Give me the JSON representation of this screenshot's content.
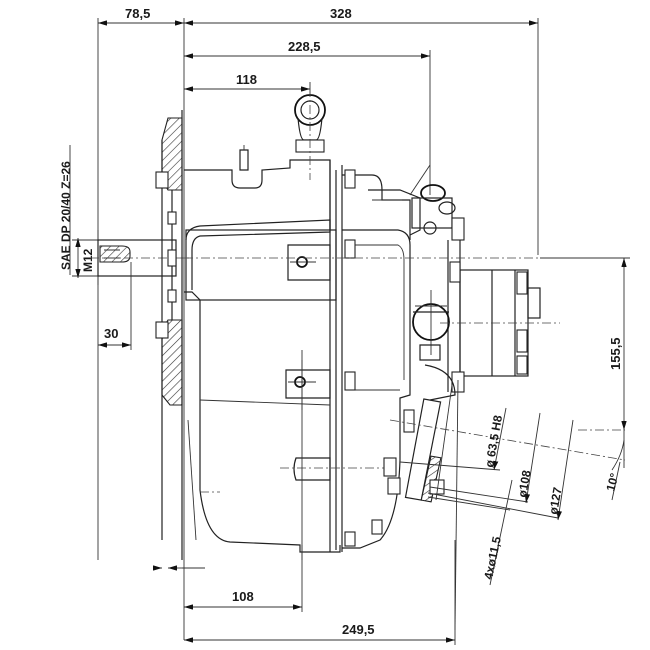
{
  "drawing": {
    "subject": "Marine gearbox dimensional drawing (side view)",
    "input_flange_label": "SAE DP 20/40 Z=26",
    "thread_label": "M12"
  },
  "dimensions": {
    "top": {
      "d_78_5": "78,5",
      "d_328": "328",
      "d_228_5": "228,5",
      "d_118": "118"
    },
    "left": {
      "d_30": "30"
    },
    "bottom": {
      "d_108": "108",
      "d_249_5": "249,5"
    },
    "right": {
      "d_155_5": "155,5",
      "angle": "10°"
    },
    "output_flange": {
      "bore": "ø 63,5 H8",
      "pcd": "ø108",
      "outer": "ø127",
      "holes": "4xø11,5"
    }
  },
  "colors": {
    "line": "#222222",
    "background": "#ffffff"
  }
}
